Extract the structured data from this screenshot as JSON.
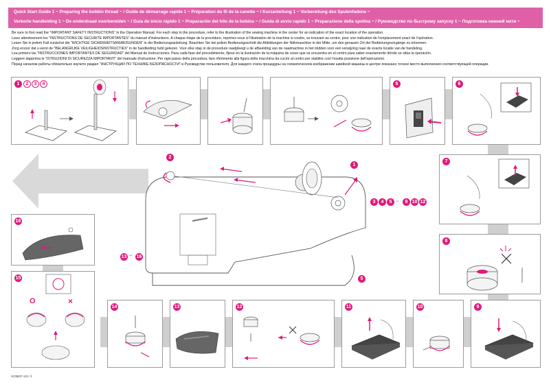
{
  "header": {
    "line1": "Quick Start Guide 1 ~ Preparing the bobbin thread ~ / Guide de démarrage rapide 1 ~ Préparation du fil de la canette ~ / Kurzanleitung 1 ~ Vorbereitung des Spulenfadens ~",
    "line2": "Verkorte handleiding 1 ~ De onderdraad voorbereiden ~ / Guía de inicio rápido 1 ~ Preparación del hilo de la bobina ~ / Guida di avvio rapido 1 ~ Preparazione della spolina ~ / Руководство по быстрому запуску 1 ~ Подготовка нижней нити ~",
    "bg_color": "#e060a8"
  },
  "intro": [
    "Be sure to first read the \"IMPORTANT SAFETY INSTRUCTIONS\" in the Operation Manual. For each step in the procedure, refer to the illustration of the sewing machine in the center for an indication of the exact location of the operation.",
    "Lisez attentivement les \"INSTRUCTIONS DE SÉCURITÉ IMPORTANTES\" du manuel d'instructions. A chaque étape de la procédure, reportez-vous à l'illustration de la machine à coudre, se trouvant au centre, pour une indication de l'emplacement exact de l'opération.",
    "Lesen Sie in jedem Fall zunächst die \"WICHTIGE SICHERHEITSANWEISUNGEN\" in der Bedienungsanleitung. Beachten Sie bei jedem Bedienungsschritt die Abbildungen der Nähmaschine in der Mitte, um den genauen Ort der Bedienungsvorgänge zu erkennen.",
    "Zorg ervoor dat u eerst de \"BELANGRIJKE VEILIGHEIDSINSTRUCTIES\" in de handleiding hebt gelezen.  Voor elke stap in de procedure raadpleegt u de afbeelding van de naaimachine in het midden voor een verwijzing naar de exacte locatie van de handeling.",
    "Lea primero las \"INSTRUCCIONES IMPORTANTES DE SEGURIDAD\" del Manual de Instrucciones. Para cada fase del procedimiento, fíjese en la ilustración de la máquina de coser que se encuentra en el centro para saber exactamente dónde se sitúa la operación.",
    "Leggere dapprima le \"ISTRUZIONI DI SICUREZZA IMPORTANTI\" del manuale d'istruzione. Per ogni passo della procedura, fare riferimento alla figura della macchina da cucire al centro per stabilire così l'esatta posizione dell'operazione.",
    "Перед началом работы обязательно изучите раздел \"ИНСТРУКЦИИ ПО ТЕХНИКЕ БЕЗОПАСНОСТИ\" в Руководстве пользователя. Для каждого этапа процедуры на схематическом изображении швейной машины в центре показано точное место выполнения соответствующей операции."
  ],
  "steps": {
    "s1": "1",
    "s2": "2",
    "s3": "3",
    "s4": "4",
    "s5": "5",
    "s6": "6",
    "s7": "7",
    "s8": "8",
    "s9": "9",
    "s10": "10",
    "s11": "11",
    "s12": "12",
    "s13": "13",
    "s14": "14",
    "s15": "15",
    "s16": "16"
  },
  "machine_labels": {
    "range_3_12_a": "3",
    "range_3_12_b": "4",
    "range_3_12_c": "5",
    "tilde1": "~",
    "range_3_12_d": "9",
    "range_3_12_e": "10",
    "range_3_12_f": "12",
    "range_13_16_a": "13",
    "tilde2": "~",
    "range_13_16_b": "16",
    "label_1": "1",
    "label_2": "2",
    "label_5": "5"
  },
  "symbols": {
    "ok": "O",
    "ng": "×"
  },
  "footer": "XC8837-121 ①",
  "colors": {
    "accent": "#e0197b",
    "border": "#9a9a9a",
    "connector": "#cfcfcf"
  }
}
